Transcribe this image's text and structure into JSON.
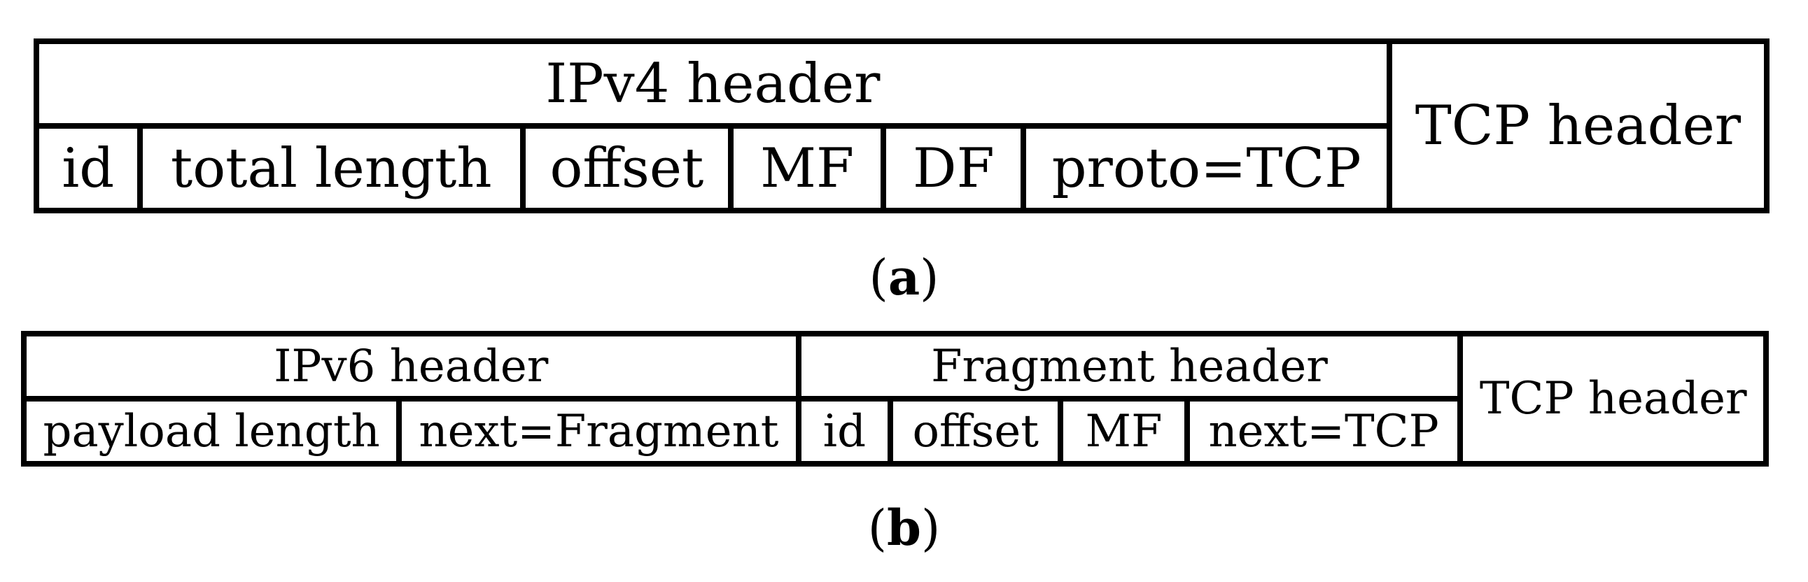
{
  "colors": {
    "background": "#ffffff",
    "border": "#000000",
    "text": "#000000"
  },
  "tables": {
    "a": {
      "caption_open": "(",
      "caption_letter": "a",
      "caption_close": ")",
      "group_header": "IPv4 header",
      "side_header": "TCP header",
      "fields": [
        "id",
        "total length",
        "offset",
        "MF",
        "DF",
        "proto=TCP"
      ]
    },
    "b": {
      "caption_open": "(",
      "caption_letter": "b",
      "caption_close": ")",
      "group_headers": [
        "IPv6 header",
        "Fragment header"
      ],
      "side_header": "TCP header",
      "fields": [
        "payload length",
        "next=Fragment",
        "id",
        "offset",
        "MF",
        "next=TCP"
      ]
    }
  }
}
